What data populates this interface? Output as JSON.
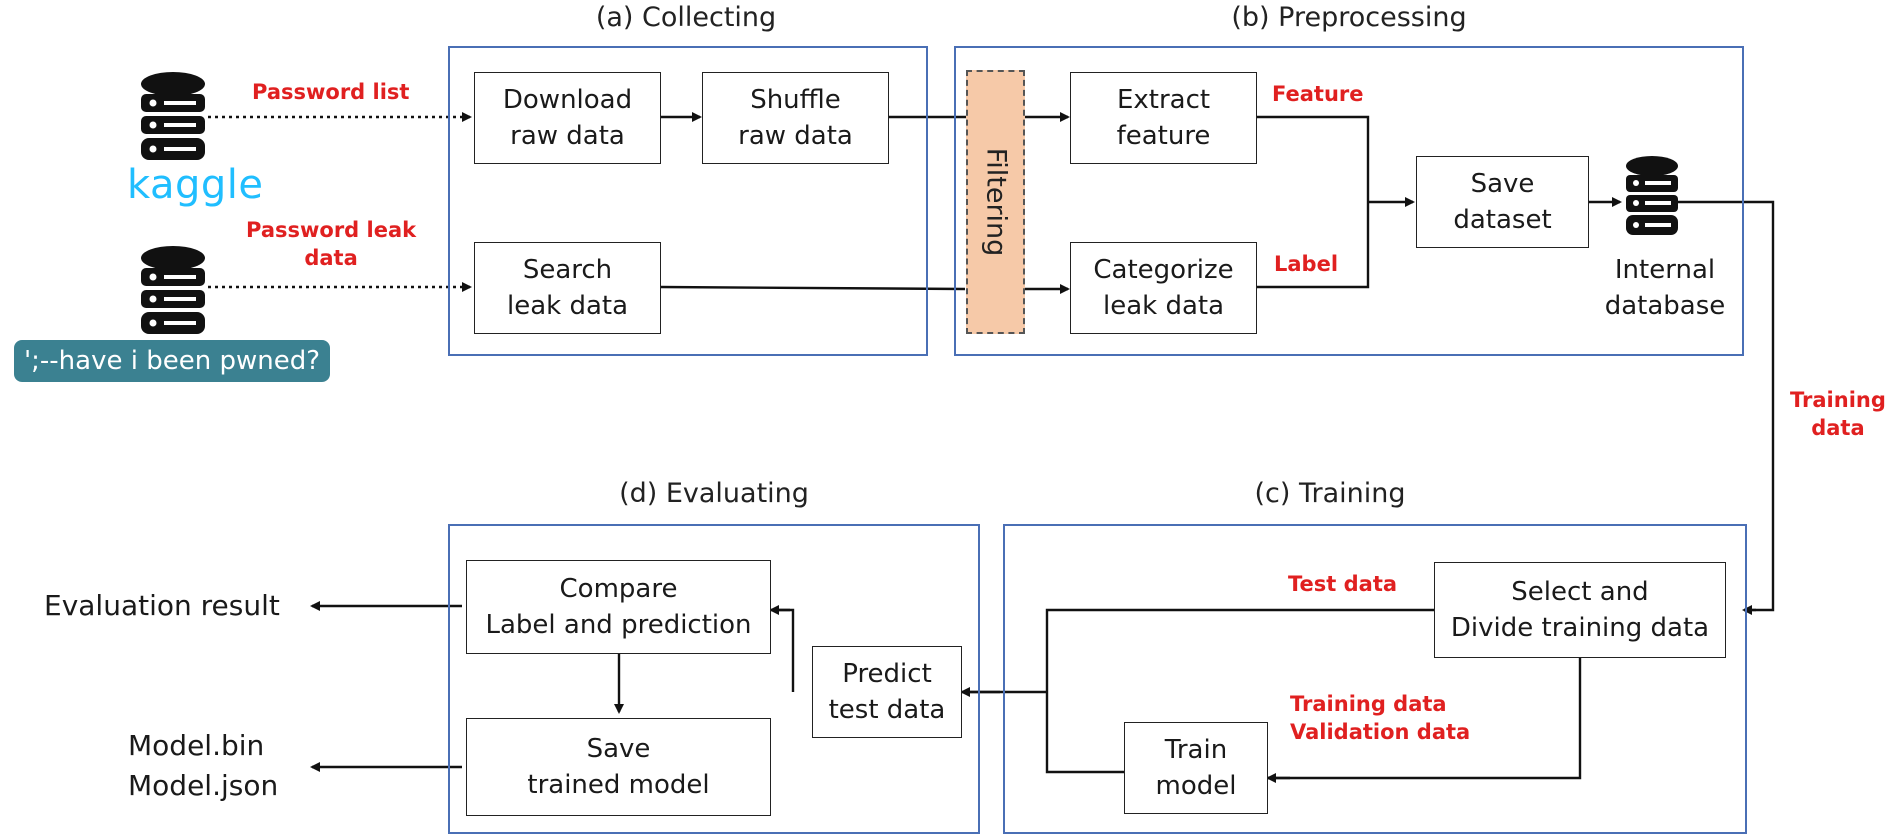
{
  "stages": {
    "collecting": "(a) Collecting",
    "preprocessing": "(b) Preprocessing",
    "training": "(c) Training",
    "evaluating": "(d) Evaluating"
  },
  "sources": {
    "kaggle": "kaggle",
    "hibp": "';--have i been pwned?",
    "internal_db": [
      "Internal",
      "database"
    ]
  },
  "boxes": {
    "download": [
      "Download",
      "raw data"
    ],
    "shuffle": [
      "Shuffle",
      "raw data"
    ],
    "search": [
      "Search",
      "leak data"
    ],
    "filtering": "Filtering",
    "extract": [
      "Extract",
      "feature"
    ],
    "categorize": [
      "Categorize",
      "leak data"
    ],
    "save_dataset": [
      "Save",
      "dataset"
    ],
    "select": [
      "Select and",
      "Divide training data"
    ],
    "train": [
      "Train",
      "model"
    ],
    "predict": [
      "Predict",
      "test data"
    ],
    "compare": [
      "Compare",
      "Label and prediction"
    ],
    "save_model": [
      "Save",
      "trained model"
    ]
  },
  "edge_labels": {
    "password_list": "Password list",
    "password_leak": [
      "Password leak",
      "data"
    ],
    "feature": "Feature",
    "label": "Label",
    "training_data_right": [
      "Training",
      "data"
    ],
    "test_data": "Test data",
    "training_validation": [
      "Training data",
      "Validation data"
    ]
  },
  "outputs": {
    "evaluation_result": "Evaluation result",
    "model_files": [
      "Model.bin",
      "Model.json"
    ]
  },
  "colors": {
    "frame": "#4a6fb5",
    "edge_label": "#e02020",
    "filtering_fill": "#f6c9a8",
    "kaggle": "#20beff",
    "hibp_bg": "#3b8191"
  },
  "icons": [
    "database-icon"
  ]
}
